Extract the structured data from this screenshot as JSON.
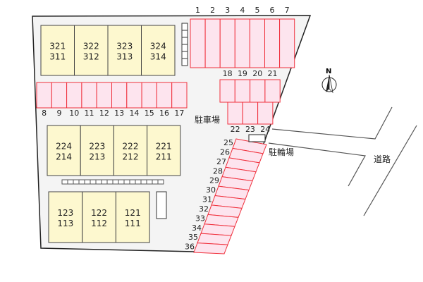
{
  "labels": {
    "parking": "駐車場",
    "bicycle_parking": "駐輪場",
    "road": "道路",
    "north": "N"
  },
  "colors": {
    "stall_fill": "#fde4ee",
    "stall_stroke": "#f0303c",
    "building_fill": "#fdf8cf",
    "lot_fill": "#f4f4f4"
  },
  "building3_units": [
    [
      "321",
      "311"
    ],
    [
      "322",
      "312"
    ],
    [
      "323",
      "313"
    ],
    [
      "324",
      "314"
    ]
  ],
  "building2_units": [
    [
      "224",
      "214"
    ],
    [
      "223",
      "213"
    ],
    [
      "222",
      "212"
    ],
    [
      "221",
      "211"
    ]
  ],
  "building1_units": [
    [
      "123",
      "113"
    ],
    [
      "122",
      "112"
    ],
    [
      "121",
      "111"
    ]
  ],
  "parking_top": [
    "1",
    "2",
    "3",
    "4",
    "5",
    "6",
    "7"
  ],
  "parking_row": [
    "8",
    "9",
    "10",
    "11",
    "12",
    "13",
    "14",
    "15",
    "16",
    "17"
  ],
  "parking_mid": [
    "18",
    "19",
    "20",
    "21"
  ],
  "parking_low": [
    "22",
    "23",
    "24"
  ],
  "parking_diag": [
    "25",
    "26",
    "27",
    "28",
    "29",
    "30",
    "31",
    "32",
    "33",
    "34",
    "35",
    "36"
  ]
}
